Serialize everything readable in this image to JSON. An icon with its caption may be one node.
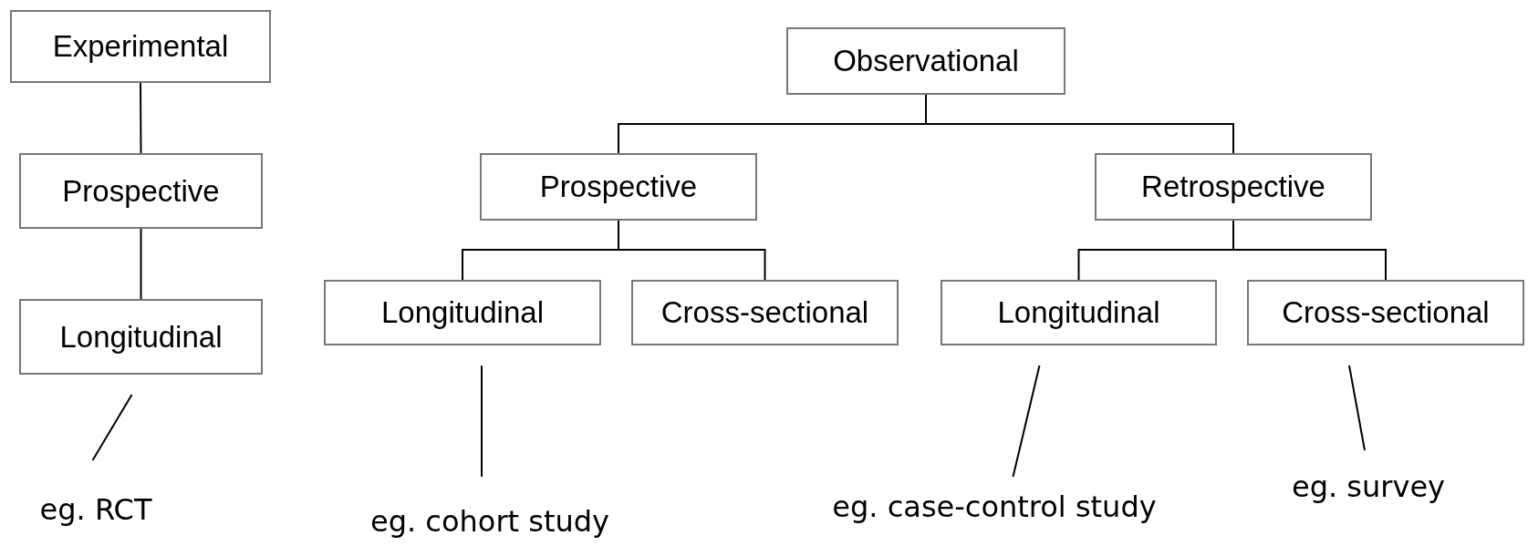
{
  "diagram": {
    "nodes": [
      {
        "text": [
          "Experimental"
        ]
      },
      {
        "text": [
          "Prospective"
        ]
      },
      {
        "text": [
          "Longitudinal"
        ]
      },
      {
        "text": [
          "Observational"
        ]
      },
      {
        "text": [
          "Prospective"
        ]
      },
      {
        "text": [
          "Retrospective"
        ]
      },
      {
        "text": [
          "Longitudinal"
        ]
      },
      {
        "text": [
          "Cross-sectional"
        ]
      },
      {
        "text": [
          "Longitudinal"
        ]
      },
      {
        "text": [
          "Cross-sectional"
        ]
      },
      {
        "text": [
          "eg. RCT"
        ]
      },
      {
        "text": [
          "eg. cohort study"
        ]
      },
      {
        "text": [
          "eg. case-control study"
        ]
      },
      {
        "text": [
          "eg. survey"
        ]
      }
    ],
    "edges": [
      {
        "from": 0,
        "to": 1,
        "arrow": "none"
      },
      {
        "from": 1,
        "to": 2,
        "arrow": "none"
      },
      {
        "from": 3,
        "to": 4,
        "arrow": "none"
      },
      {
        "from": 3,
        "to": 5,
        "arrow": "none"
      },
      {
        "from": 4,
        "to": 6,
        "arrow": "none"
      },
      {
        "from": 4,
        "to": 7,
        "arrow": "none"
      },
      {
        "from": 5,
        "to": 8,
        "arrow": "none"
      },
      {
        "from": 5,
        "to": 9,
        "arrow": "none"
      },
      {
        "from": 2,
        "to": 10,
        "arrow": "none"
      },
      {
        "from": 6,
        "to": 11,
        "arrow": "none"
      },
      {
        "from": 8,
        "to": 12,
        "arrow": "none"
      },
      {
        "from": 9,
        "to": 13,
        "arrow": "none"
      }
    ]
  }
}
